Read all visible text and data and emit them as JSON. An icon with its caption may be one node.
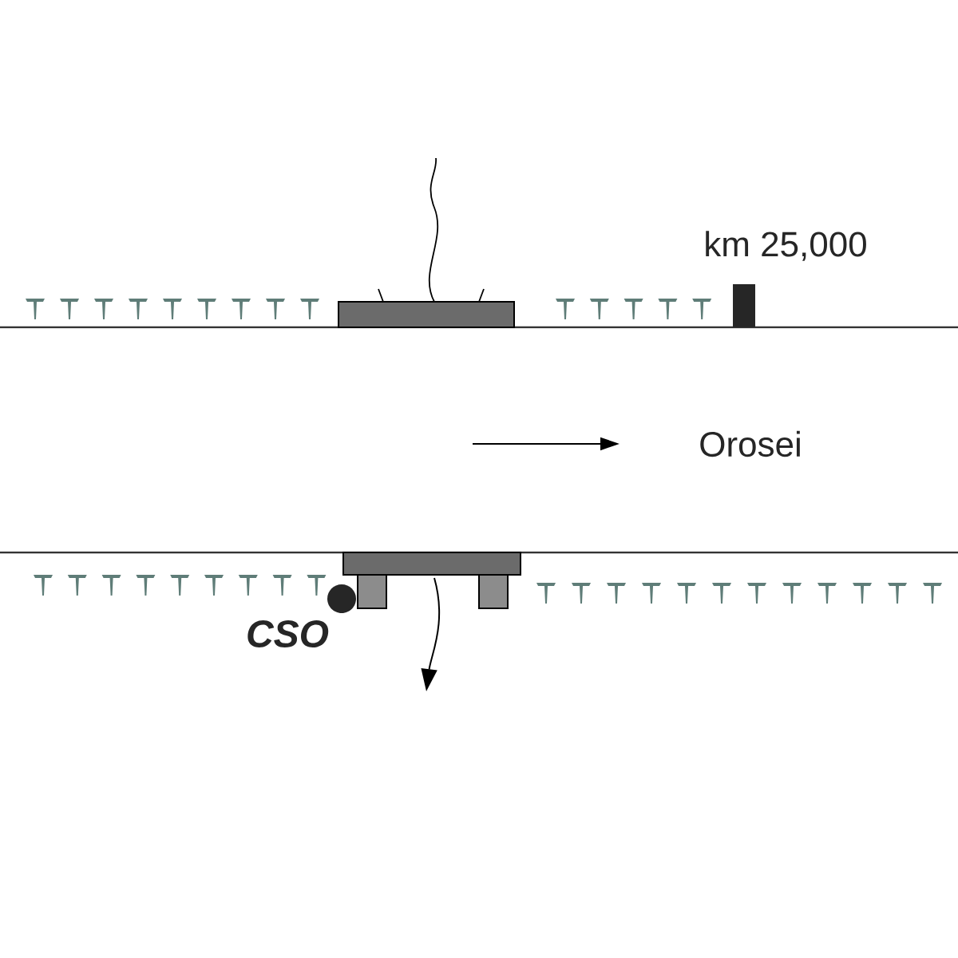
{
  "diagram": {
    "labels": [
      "km 25,000",
      "Orosei",
      "CSO"
    ]
  }
}
